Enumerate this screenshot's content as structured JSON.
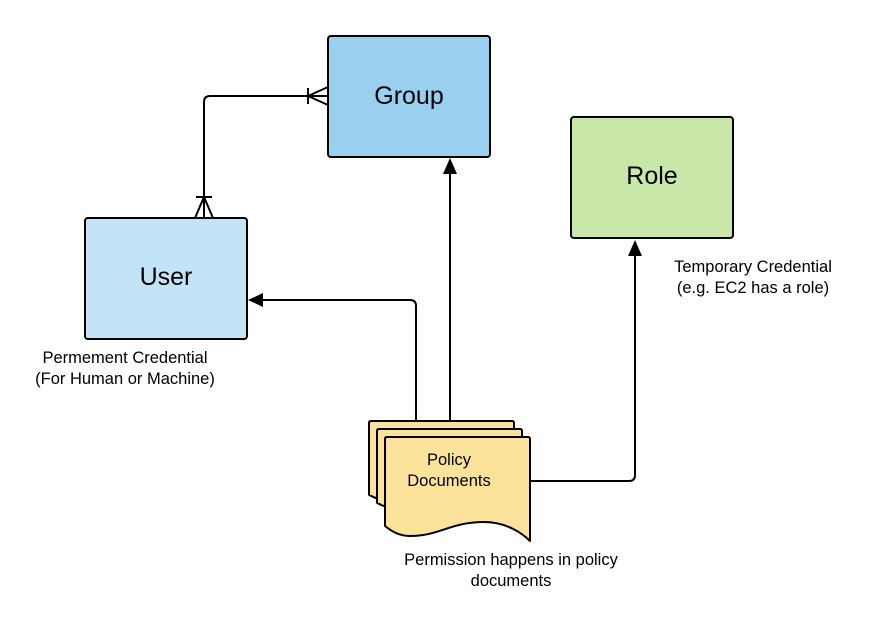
{
  "nodes": {
    "group": {
      "label": "Group",
      "fill": "#99cfef"
    },
    "user": {
      "label": "User",
      "fill": "#c3e4f7"
    },
    "role": {
      "label": "Role",
      "fill": "#c8e7a9"
    },
    "policy": {
      "line1": "Policy",
      "line2": "Documents",
      "fill": "#fce39b"
    }
  },
  "captions": {
    "user": {
      "line1": "Permement Credential",
      "line2": "(For Human or Machine)"
    },
    "role": {
      "line1": "Temporary Credential",
      "line2": "(e.g. EC2 has a role)"
    },
    "policy": {
      "line1": "Permission happens in policy",
      "line2": "documents"
    }
  },
  "colors": {
    "stroke": "#000000",
    "background": "#ffffff"
  }
}
